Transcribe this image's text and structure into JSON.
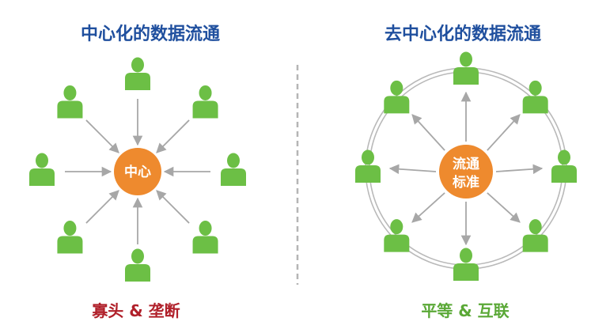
{
  "left_panel": {
    "title": "中心化的数据流通",
    "hub_label": "中心",
    "caption": "寡头 & 垄断",
    "node_count": 8
  },
  "right_panel": {
    "title": "去中心化的数据流通",
    "hub_label_line1": "流通",
    "hub_label_line2": "标准",
    "caption": "平等 & 互联",
    "node_count": 8
  },
  "colors": {
    "title_blue": "#1f4f9e",
    "caption_red": "#b0202a",
    "caption_green": "#5aa836",
    "person_green": "#6cbf45",
    "hub_orange": "#ee8a2e",
    "arrow_gray": "#a7a7a7",
    "divider_gray": "#b5b5b5"
  }
}
